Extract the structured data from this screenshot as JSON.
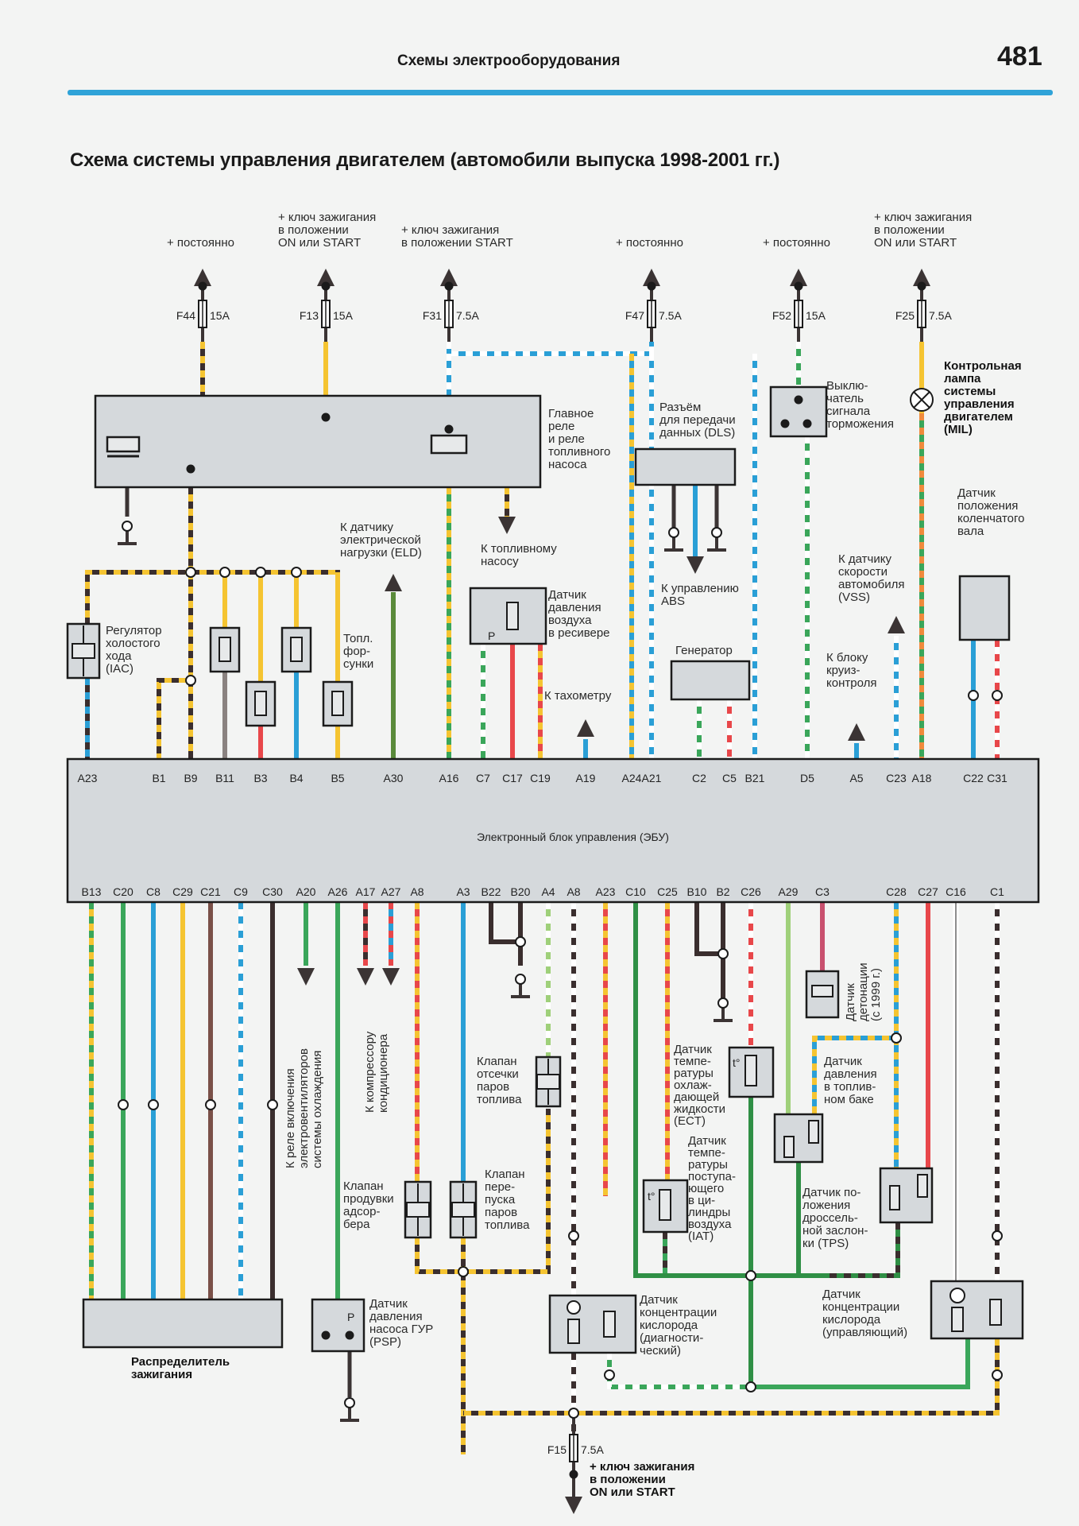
{
  "header": {
    "running_head": "Схемы электрооборудования",
    "page_number": "481",
    "rule_color": "#2fa3d8"
  },
  "title": "Схема системы управления двигателем (автомобили выпуска 1998-2001 гг.)",
  "wire_colors": {
    "yellow": "#f5c431",
    "black": "#3a2e2e",
    "blue": "#2a9fd6",
    "green": "#3aa65a",
    "red": "#e8474a",
    "brown": "#7a5048",
    "gray": "#8a8280",
    "orange": "#f08a3c",
    "white": "#ffffff",
    "lightgreen": "#9fd07a",
    "darkgreen": "#2f8f45",
    "olive": "#5a8a3a",
    "magenta": "#c8506e"
  },
  "power_feeds": [
    {
      "fuse": "F44",
      "rating": "15A",
      "label": [
        "+ постоянно"
      ]
    },
    {
      "fuse": "F13",
      "rating": "15A",
      "label": [
        "+ ключ зажигания",
        "в положении",
        "ON или START"
      ]
    },
    {
      "fuse": "F31",
      "rating": "7.5A",
      "label": [
        "+ ключ зажигания",
        "в положении START"
      ]
    },
    {
      "fuse": "F47",
      "rating": "7.5A",
      "label": [
        "+ постоянно"
      ]
    },
    {
      "fuse": "F52",
      "rating": "15A",
      "label": [
        "+ постоянно"
      ]
    },
    {
      "fuse": "F25",
      "rating": "7.5A",
      "label": [
        "+ ключ зажигания",
        "в положении",
        "ON или START"
      ]
    }
  ],
  "bottom_feed": {
    "fuse": "F15",
    "rating": "7.5A",
    "label": [
      "+ ключ зажигания",
      "в положении",
      "ON или START"
    ]
  },
  "components": {
    "main_relay": [
      "Главное",
      "реле",
      "и реле",
      "топливного",
      "насоса"
    ],
    "dls": [
      "Разъём",
      "для передачи",
      "данных (DLS)"
    ],
    "brake_switch": [
      "Выклю-",
      "чатель",
      "сигнала",
      "торможения"
    ],
    "mil": [
      "Контрольная",
      "лампа",
      "системы",
      "управления",
      "двигателем",
      "(MIL)"
    ],
    "ckp": [
      "Датчик",
      "положения",
      "коленчатого",
      "вала"
    ],
    "eld": [
      "К датчику",
      "электрической",
      "нагрузки (ELD)"
    ],
    "fuel_pump": [
      "К топливному",
      "насосу"
    ],
    "abs": [
      "К управлению",
      "ABS"
    ],
    "vss": [
      "К датчику",
      "скорости",
      "автомобиля",
      "(VSS)"
    ],
    "iac": [
      "Регулятор",
      "холостого",
      "хода",
      "(IAC)"
    ],
    "injectors": [
      "Топл.",
      "фор-",
      "сунки"
    ],
    "map": [
      "Датчик",
      "давления",
      "воздуха",
      "в ресивере"
    ],
    "map_symbol": "P",
    "tacho": [
      "К тахометру"
    ],
    "generator": [
      "Генератор"
    ],
    "cruise": [
      "К блоку",
      "круиз-",
      "контроля"
    ],
    "ecu": "Электронный блок управления (ЭБУ)",
    "fan_relay": [
      "К реле включения",
      "электровентиляторов",
      "системы охлаждения"
    ],
    "ac": [
      "К компрессору",
      "кондиционера"
    ],
    "evap_cut": [
      "Клапан",
      "отсечки",
      "паров",
      "топлива"
    ],
    "knock": [
      "Датчик",
      "детонации",
      "(с 1999 г.)"
    ],
    "tank_pressure": [
      "Датчик",
      "давления",
      "в топлив-",
      "ном баке"
    ],
    "ect": [
      "Датчик",
      "темпе-",
      "ратуры",
      "охлаж-",
      "дающей",
      "жидкости",
      "(ECT)"
    ],
    "iat": [
      "Датчик",
      "темпе-",
      "ратуры",
      "поступа-",
      "ющего",
      "в ци-",
      "линдры",
      "воздуха",
      "(IAT)"
    ],
    "tps": [
      "Датчик по-",
      "ложения",
      "дроссель-",
      "ной заслон-",
      "ки (TPS)"
    ],
    "purge": [
      "Клапан",
      "продувки",
      "адсор-",
      "бера"
    ],
    "bypass": [
      "Клапан",
      "пере-",
      "пуска",
      "паров",
      "топлива"
    ],
    "distributor": [
      "Распределитель",
      "зажигания"
    ],
    "psp": [
      "Датчик",
      "давления",
      "насоса ГУР",
      "(PSP)"
    ],
    "psp_symbol": "P",
    "o2_diag": [
      "Датчик",
      "концентрации",
      "кислорода",
      "(диагности-",
      "ческий)"
    ],
    "o2_ctrl": [
      "Датчик",
      "концентрации",
      "кислорода",
      "(управляющий)"
    ],
    "temp_symbol": "t°"
  },
  "ecu_top_pins": [
    "A23",
    "B1",
    "B9",
    "B11",
    "B3",
    "B4",
    "B5",
    "A30",
    "A16",
    "C7",
    "C17",
    "C19",
    "A19",
    "A24",
    "A21",
    "C2",
    "C5",
    "B21",
    "D5",
    "A5",
    "C23",
    "A18",
    "C22",
    "C31"
  ],
  "ecu_bottom_pins": [
    "B13",
    "C20",
    "C8",
    "C29",
    "C21",
    "C9",
    "C30",
    "A20",
    "A26",
    "A17",
    "A27",
    "A8",
    "A3",
    "B22",
    "B20",
    "A4",
    "A8",
    "A23",
    "C10",
    "C25",
    "B10",
    "B2",
    "C26",
    "A29",
    "C3",
    "C28",
    "C27",
    "C16",
    "C1"
  ]
}
